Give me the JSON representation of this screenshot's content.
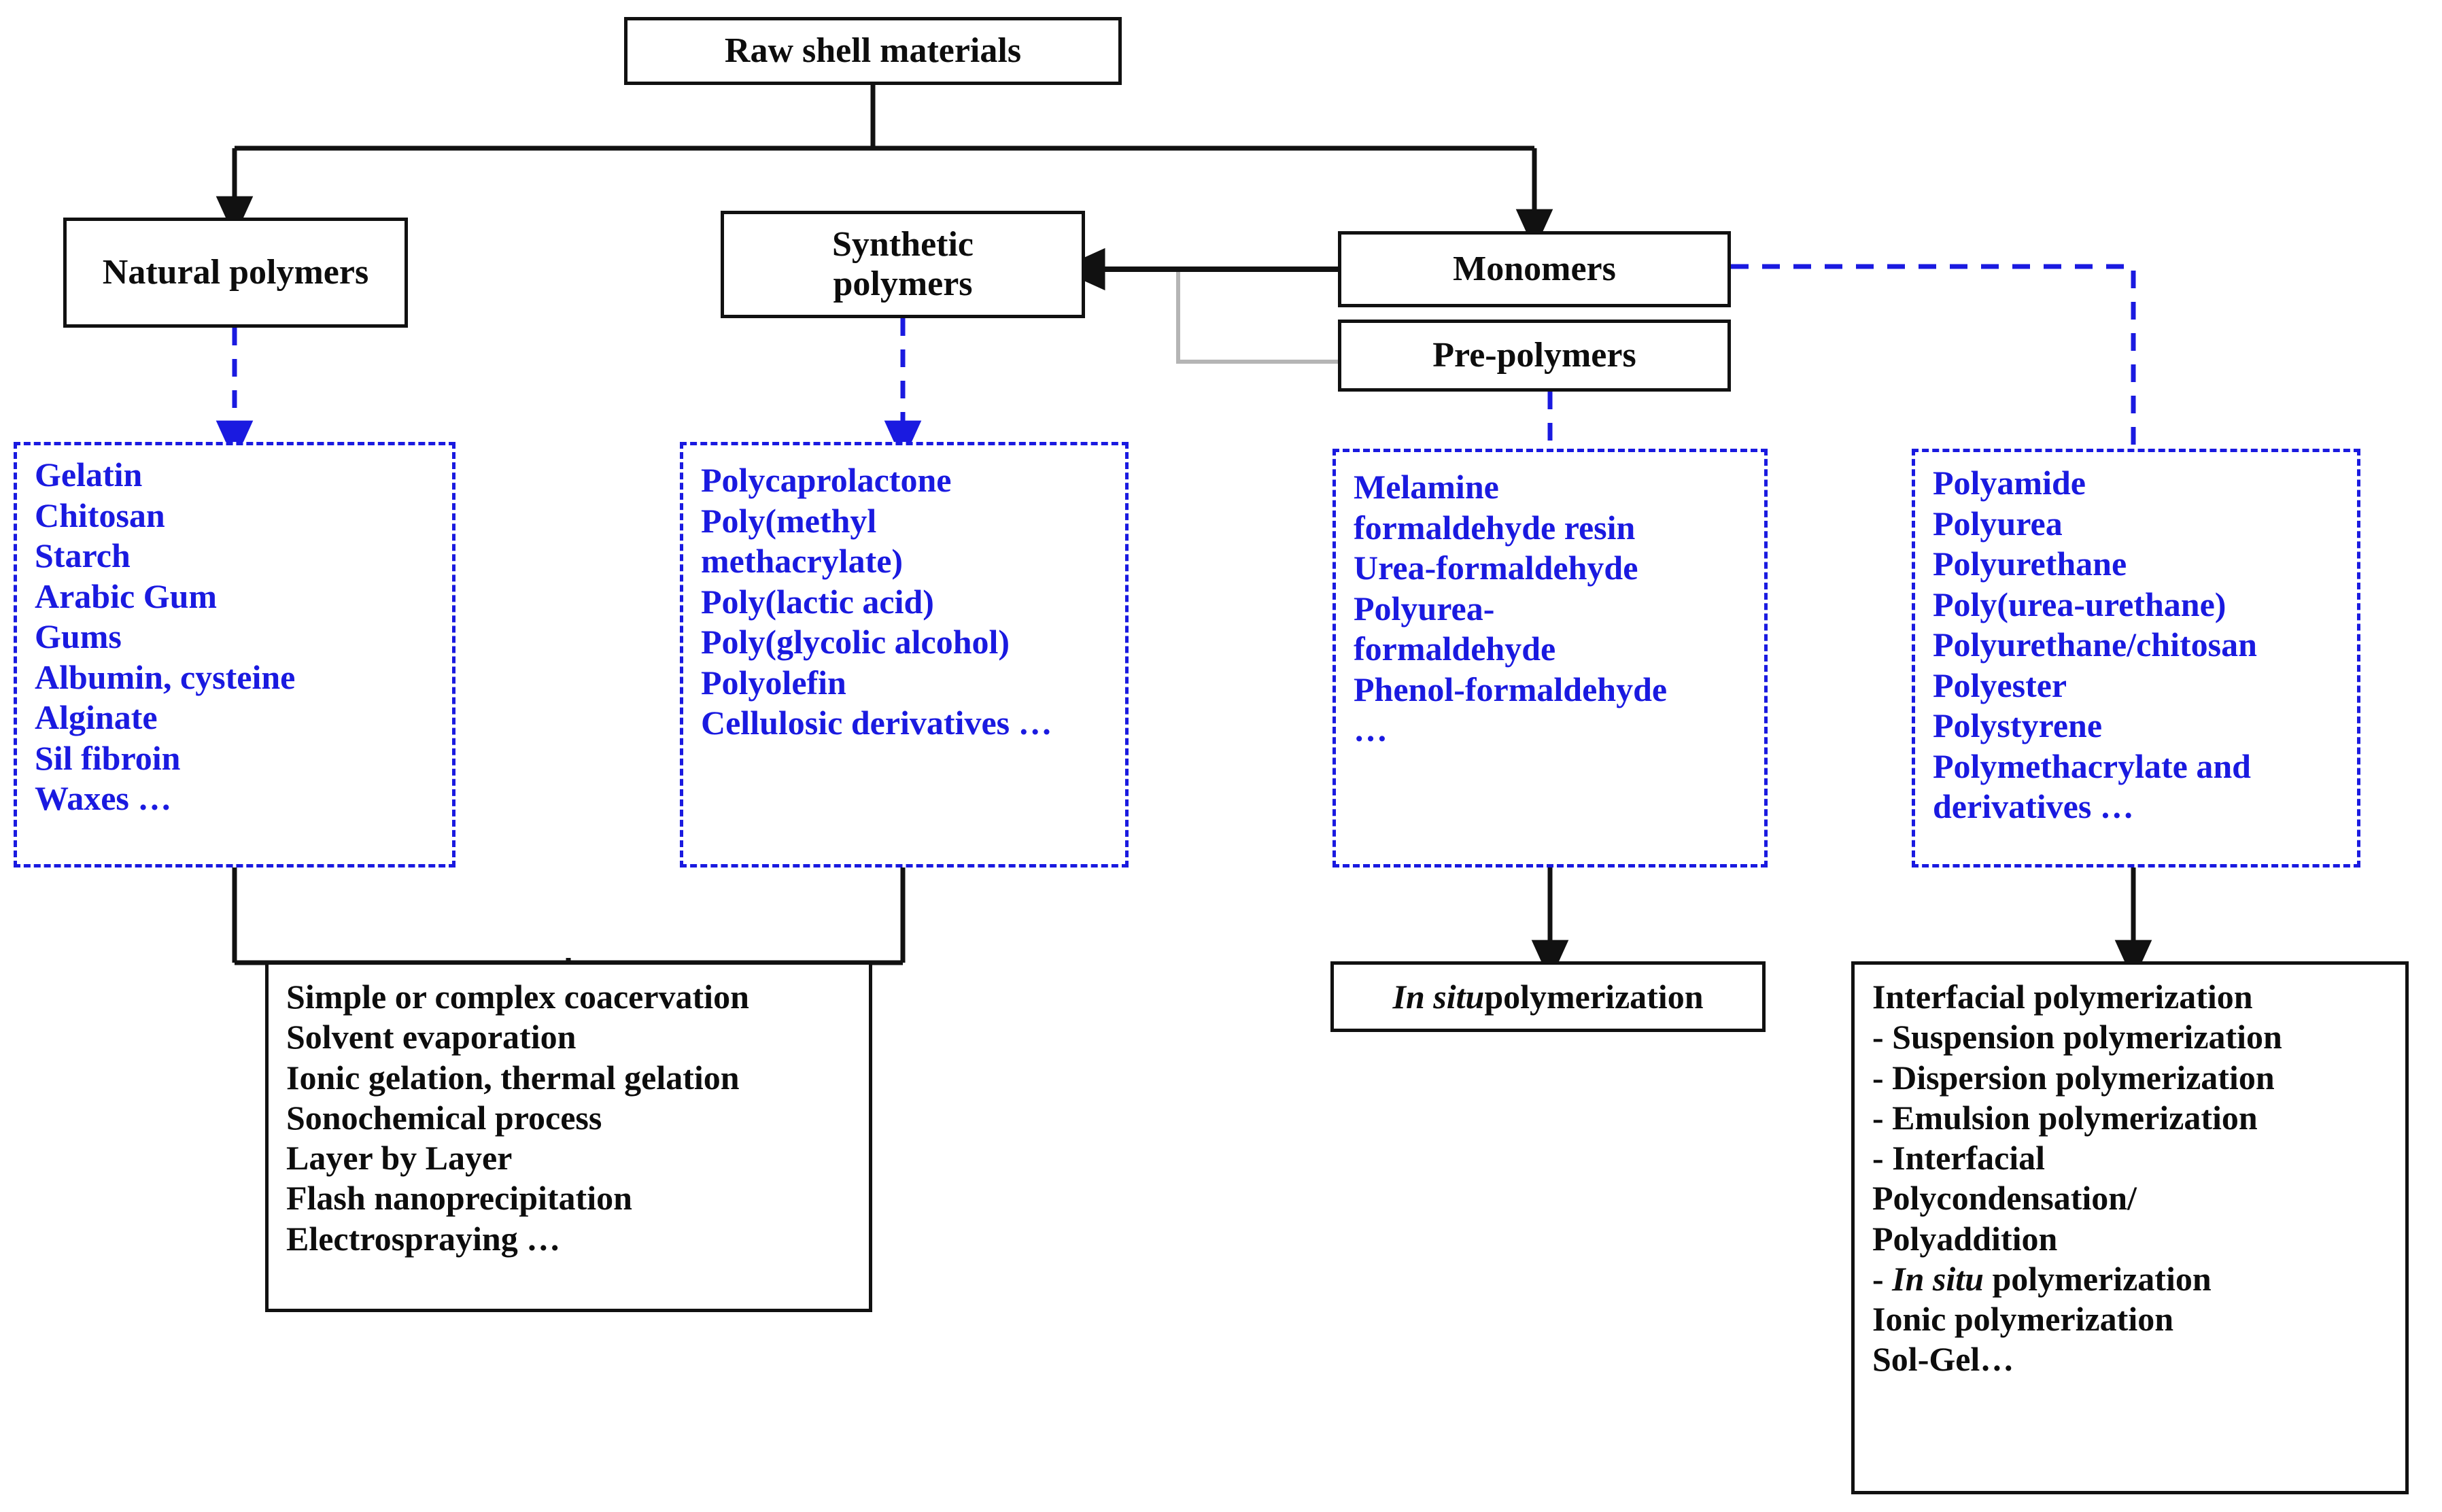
{
  "diagram": {
    "title_chain": "Raw shell materials classification for microencapsulation",
    "colors": {
      "blue": "#1a1ae0",
      "black": "#111111",
      "grey": "#b5b5b5",
      "background": "#ffffff"
    }
  },
  "nodes": {
    "raw": {
      "label": "Raw shell materials"
    },
    "natural": {
      "label": "Natural polymers"
    },
    "synthetic": {
      "label_line1": "Synthetic",
      "label_line2": "polymers"
    },
    "monomers": {
      "label": "Monomers"
    },
    "prepolymers": {
      "label": "Pre-polymers"
    },
    "natural_list": {
      "items": [
        "Gelatin",
        "Chitosan",
        "Starch",
        "Arabic Gum",
        "Gums",
        "Albumin, cysteine",
        "Alginate",
        "Sil fibroin",
        "Waxes …"
      ]
    },
    "synthetic_list": {
      "items": [
        "Polycaprolactone",
        "Poly(methyl",
        "methacrylate)",
        "Poly(lactic acid)",
        "Poly(glycolic alcohol)",
        "Polyolefin",
        "Cellulosic derivatives …"
      ]
    },
    "monomer_list": {
      "items": [
        "Melamine",
        "formaldehyde resin",
        "Urea-formaldehyde",
        "Polyurea-",
        "formaldehyde",
        "Phenol-formaldehyde",
        "…"
      ]
    },
    "prepolymer_list": {
      "items": [
        "Polyamide",
        "Polyurea",
        "Polyurethane",
        "Poly(urea-urethane)",
        "Polyurethane/chitosan",
        "Polyester",
        "Polystyrene",
        "Polymethacrylate and",
        "derivatives …"
      ]
    },
    "process_left": {
      "items": [
        "Simple or complex coacervation",
        "Solvent evaporation",
        "Ionic gelation, thermal gelation",
        "Sonochemical process",
        "Layer by Layer",
        "Flash nanoprecipitation",
        "Electrospraying …"
      ]
    },
    "process_middle": {
      "italic_part": "In situ",
      "rest_part": " polymerization"
    },
    "process_right": {
      "line1": "Interfacial polymerization",
      "line2": "- Suspension polymerization",
      "line3": "- Dispersion polymerization",
      "line4": "- Emulsion polymerization",
      "line5": "- Interfacial",
      "line6": "Polycondensation/",
      "line7": "Polyaddition",
      "line8_prefix": "- ",
      "line8_italic": "In situ",
      "line8_rest": " polymerization",
      "line9": "Ionic polymerization",
      "line10": "Sol-Gel…"
    }
  }
}
